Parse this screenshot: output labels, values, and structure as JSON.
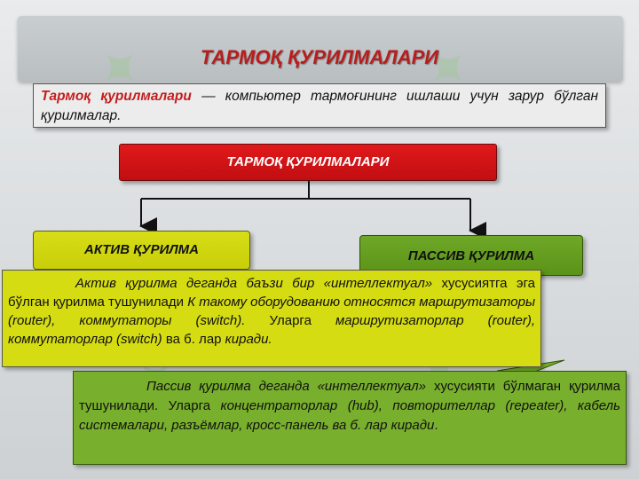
{
  "title": "ТАРМОҚ ҚУРИЛМАЛАРИ",
  "definition": {
    "term": "Тармоқ қурилмалари",
    "text": " — компьютер тармоғининг ишлаши учун зарур бўлган қурилмалар."
  },
  "root_box": "ТАРМОҚ ҚУРИЛМАЛАРИ",
  "active_box": "АКТИВ ҚУРИЛМА",
  "passive_box": "ПАССИВ ҚУРИЛМА",
  "active_desc": {
    "part1": "Актив қурилма деганда баъзи бир «интеллектуал» ",
    "part2": "хусусиятга эга бўлган қурилма тушунилади ",
    "part3": "К такому оборудованию относятся маршрутизаторы (router), коммутаторы (switch).",
    "part4": " Уларга ",
    "part5": "маршрутизаторлар (router), коммутаторлар (switch)",
    "part6": " ва б. лар ",
    "part7": "киради."
  },
  "passive_desc": {
    "part1": "Пассив қурилма деганда «интеллектуал» ",
    "part2": "хусусияти бўлмаган қурилма тушунилади. Уларга ",
    "part3": "концентраторлар (hub), повторителлар (repeater), кабель системалари, разъёмлар, кросс-панель ва б. лар киради",
    "part4": "."
  },
  "colors": {
    "title": "#b81d1d",
    "root_box": "#d3151a",
    "active": "#d5dc12",
    "passive": "#6fa728"
  }
}
